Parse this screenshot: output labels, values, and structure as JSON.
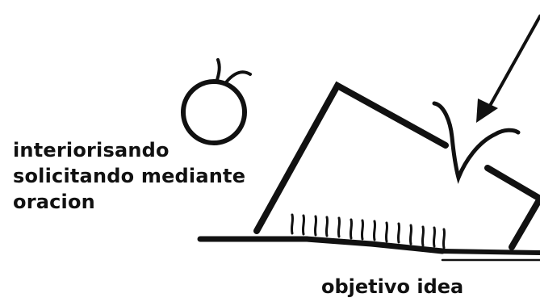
{
  "labels": {
    "line1": "interiorisando",
    "line2": "solicitando mediante",
    "line3": "oracion"
  },
  "caption": "objetivo idea",
  "colors": {
    "ink": "#111111",
    "background": "#ffffff"
  },
  "icons": [
    "apple-icon",
    "arrow-icon",
    "grass-blades"
  ]
}
